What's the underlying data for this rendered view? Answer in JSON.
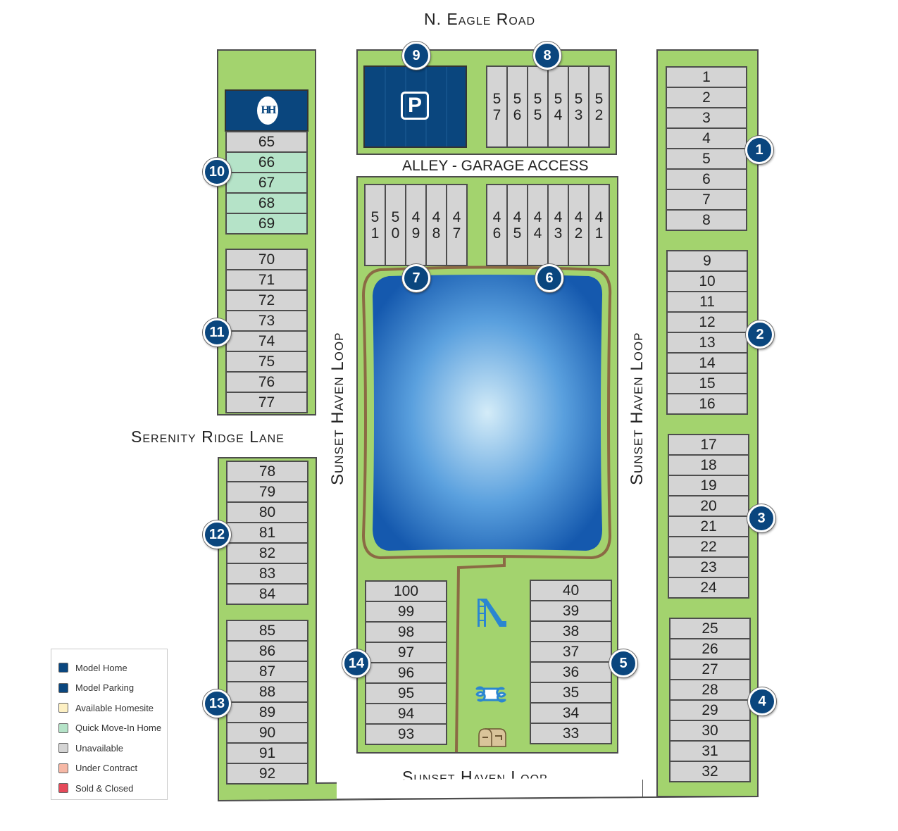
{
  "roads": {
    "north": "N. Eagle Road",
    "alley": "ALLEY - GARAGE ACCESS",
    "west": "Serenity Ridge Lane",
    "loop_left": "Sunset Haven Loop",
    "loop_right": "Sunset Haven Loop",
    "loop_bottom": "Sunset Haven Loop"
  },
  "icons": {
    "parking": "P",
    "model_home_logo": "HH",
    "playground": "slide-icon",
    "dog_park": "bone-icon",
    "mailbox": "mailbox-icon"
  },
  "lots": {
    "col_right_a": [
      "1",
      "2",
      "3",
      "4",
      "5",
      "6",
      "7",
      "8"
    ],
    "col_right_b": [
      "9",
      "10",
      "11",
      "12",
      "13",
      "14",
      "15",
      "16"
    ],
    "col_right_c": [
      "17",
      "18",
      "19",
      "20",
      "21",
      "22",
      "23",
      "24"
    ],
    "col_right_d": [
      "25",
      "26",
      "27",
      "28",
      "29",
      "30",
      "31",
      "32"
    ],
    "mid_right": [
      "40",
      "39",
      "38",
      "37",
      "36",
      "35",
      "34",
      "33"
    ],
    "mid_left": [
      "100",
      "99",
      "98",
      "97",
      "96",
      "95",
      "94",
      "93"
    ],
    "col_left_a": [
      "65",
      "66",
      "67",
      "68",
      "69"
    ],
    "col_left_b": [
      "70",
      "71",
      "72",
      "73",
      "74",
      "75",
      "76",
      "77"
    ],
    "col_left_c": [
      "78",
      "79",
      "80",
      "81",
      "82",
      "83",
      "84"
    ],
    "col_left_d": [
      "85",
      "86",
      "87",
      "88",
      "89",
      "90",
      "91",
      "92"
    ],
    "top_row": [
      "5\n7",
      "5\n6",
      "5\n5",
      "5\n4",
      "5\n3",
      "5\n2"
    ],
    "second_row_left": [
      "5\n1",
      "5\n0",
      "4\n9",
      "4\n8",
      "4\n7"
    ],
    "second_row_right": [
      "4\n6",
      "4\n5",
      "4\n4",
      "4\n3",
      "4\n2",
      "4\n1"
    ]
  },
  "quick_move_in_lots": [
    "66",
    "67",
    "68",
    "69"
  ],
  "badges": [
    "1",
    "2",
    "3",
    "4",
    "5",
    "6",
    "7",
    "8",
    "9",
    "10",
    "11",
    "12",
    "13",
    "14"
  ],
  "legend": [
    {
      "label": "Model Home",
      "color": "#0a467e"
    },
    {
      "label": "Model Parking",
      "color": "#0a467e"
    },
    {
      "label": "Available Homesite",
      "color": "#fdf0c3"
    },
    {
      "label": "Quick Move-In Home",
      "color": "#b5e3c8"
    },
    {
      "label": "Unavailable",
      "color": "#d4d4d4"
    },
    {
      "label": "Under Contract",
      "color": "#f6b8a6"
    },
    {
      "label": "Sold & Closed",
      "color": "#e64a5a"
    }
  ]
}
